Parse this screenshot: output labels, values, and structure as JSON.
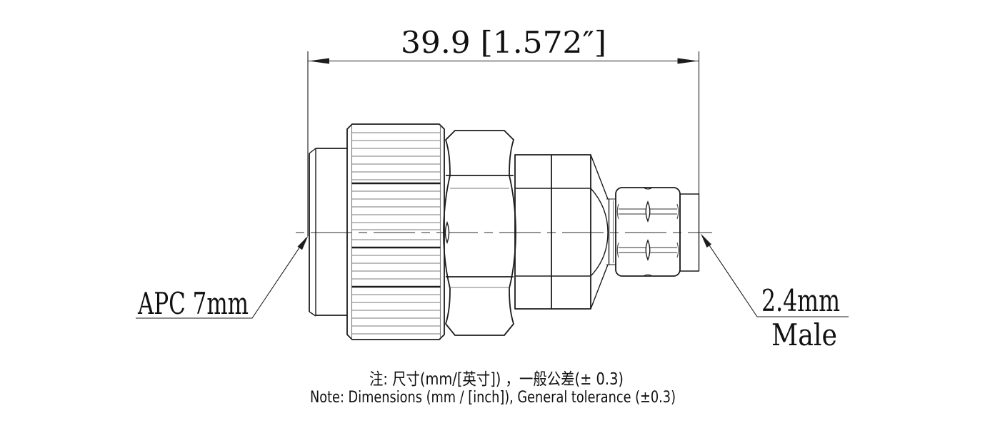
{
  "drawing": {
    "dimension_label": "39.9 [1.572″]",
    "connector_left_label": "APC 7mm",
    "connector_right_size_label": "2.4mm",
    "connector_right_gender_label": "Male",
    "note_zh": "注: 尺寸(mm/[英寸]) ，一般公差(± 0.3)",
    "note_en": "Note: Dimensions (mm / [inch]), General tolerance (±0.3)",
    "colors": {
      "line": "#1c1c1c",
      "thin_line": "#7a7a7a",
      "background": "#ffffff",
      "text": "#111111"
    }
  }
}
